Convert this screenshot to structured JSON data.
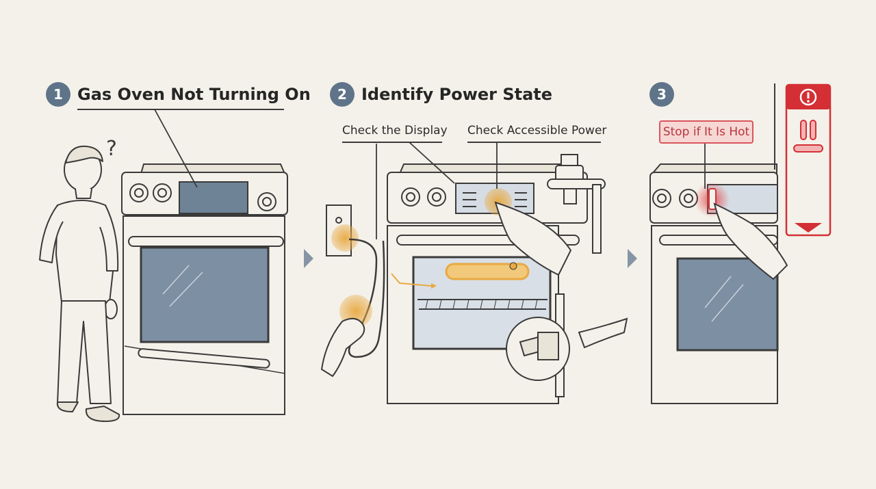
{
  "steps": [
    {
      "number": "1",
      "title": "Gas Oven Not Turning On"
    },
    {
      "number": "2",
      "title": "Identify Power State"
    },
    {
      "number": "3",
      "title": ""
    }
  ],
  "callouts": {
    "display": "Check the Display",
    "power": "Check Accessible Power",
    "hot": "Stop if It Is Hot"
  },
  "colors": {
    "background": "#f4f1ea",
    "badge": "#5f7489",
    "ink": "#3a3a3a",
    "glass": "#7d8fa3",
    "highlight": "#e8a942",
    "warning": "#d32f34",
    "warning_fill": "#f6d7d4"
  },
  "icons": [
    "question-mark-icon",
    "chevron-right-icon",
    "exclamation-icon",
    "pause-icon",
    "triangle-down-icon"
  ]
}
